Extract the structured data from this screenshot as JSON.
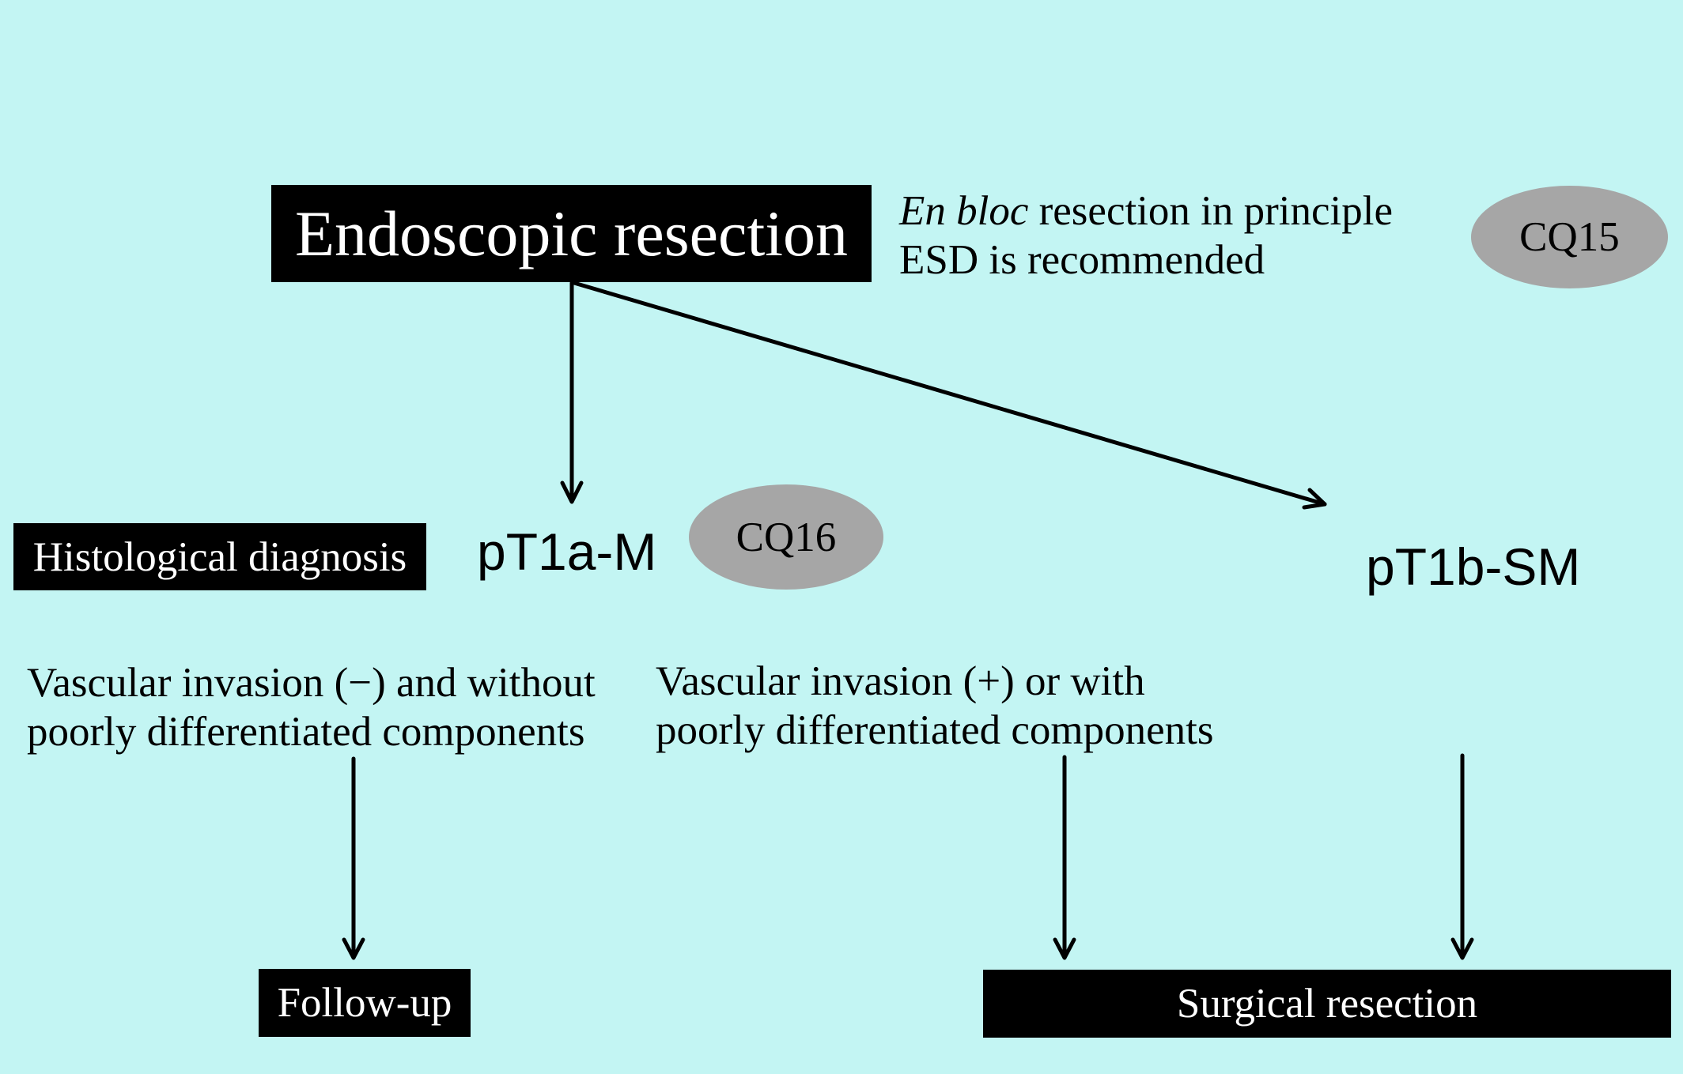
{
  "top_box": {
    "label": "Endoscopic resection"
  },
  "top_note": {
    "line1_italic": "En bloc",
    "line1_rest": " resection in principle",
    "line2": "ESD is recommended"
  },
  "cq_badges": {
    "cq15": "CQ15",
    "cq16": "CQ16"
  },
  "histology_box": {
    "label": "Histological diagnosis"
  },
  "stages": {
    "pt1a": "pT1a-M",
    "pt1b": "pT1b-SM"
  },
  "criteria": {
    "negative": {
      "line1": "Vascular invasion (−) and without",
      "line2": "poorly differentiated components"
    },
    "positive": {
      "line1": "Vascular invasion (+) or with",
      "line2": "poorly differentiated components"
    }
  },
  "outcomes": {
    "follow_up": "Follow-up",
    "surgical": "Surgical resection"
  },
  "colors": {
    "background": "#c3f5f3",
    "box_fill": "#000000",
    "box_text": "#ffffff",
    "badge_fill": "#a6a6a6",
    "arrow": "#000000"
  }
}
